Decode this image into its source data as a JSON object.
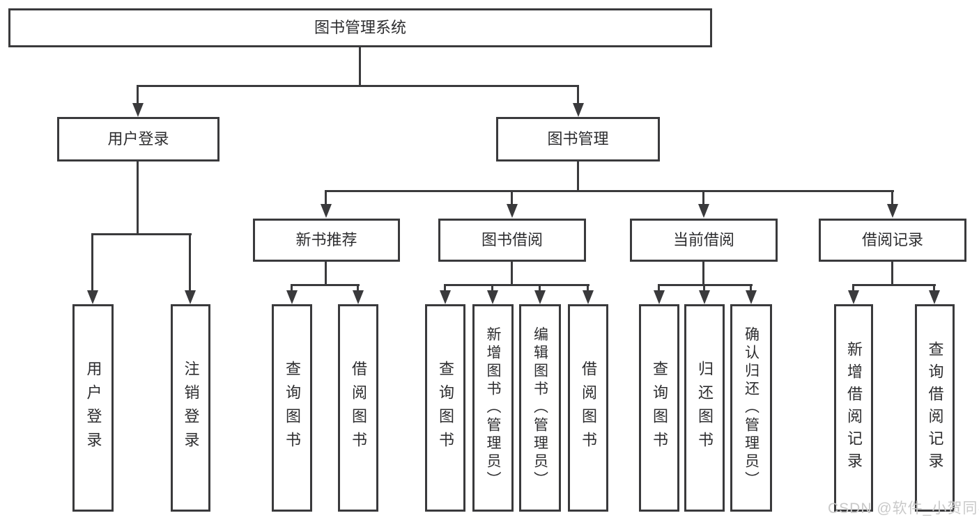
{
  "title": "图书管理系统",
  "nodes": {
    "root": "图书管理系统",
    "user_login": "用户登录",
    "book_mgmt": "图书管理",
    "new_book_rec": "新书推荐",
    "book_borrow": "图书借阅",
    "current_borrow": "当前借阅",
    "borrow_records": "借阅记录",
    "ul_user_login": "用户登录",
    "ul_logout": "注销登录",
    "nb_query": "查询图书",
    "nb_borrow": "借阅图书",
    "bb_query": "查询图书",
    "bb_add": "新增图书（管理员）",
    "bb_edit": "编辑图书（管理员）",
    "bb_borrow": "借阅图书",
    "cb_query": "查询图书",
    "cb_return": "归还图书",
    "cb_confirm": "确认归还（管理员）",
    "br_add": "新增借阅记录",
    "br_query": "查询借阅记录"
  },
  "tree": {
    "图书管理系统": {
      "用户登录": [
        "用户登录",
        "注销登录"
      ],
      "图书管理": {
        "新书推荐": [
          "查询图书",
          "借阅图书"
        ],
        "图书借阅": [
          "查询图书",
          "新增图书（管理员）",
          "编辑图书（管理员）",
          "借阅图书"
        ],
        "当前借阅": [
          "查询图书",
          "归还图书",
          "确认归还（管理员）"
        ],
        "借阅记录": [
          "新增借阅记录",
          "查询借阅记录"
        ]
      }
    }
  },
  "watermark": "CSDN @软件_小贺同学",
  "colors": {
    "line": "#3a3a3c",
    "text": "#2d2d2f",
    "watermark_text": "#c9c9c9",
    "background": "#ffffff"
  }
}
